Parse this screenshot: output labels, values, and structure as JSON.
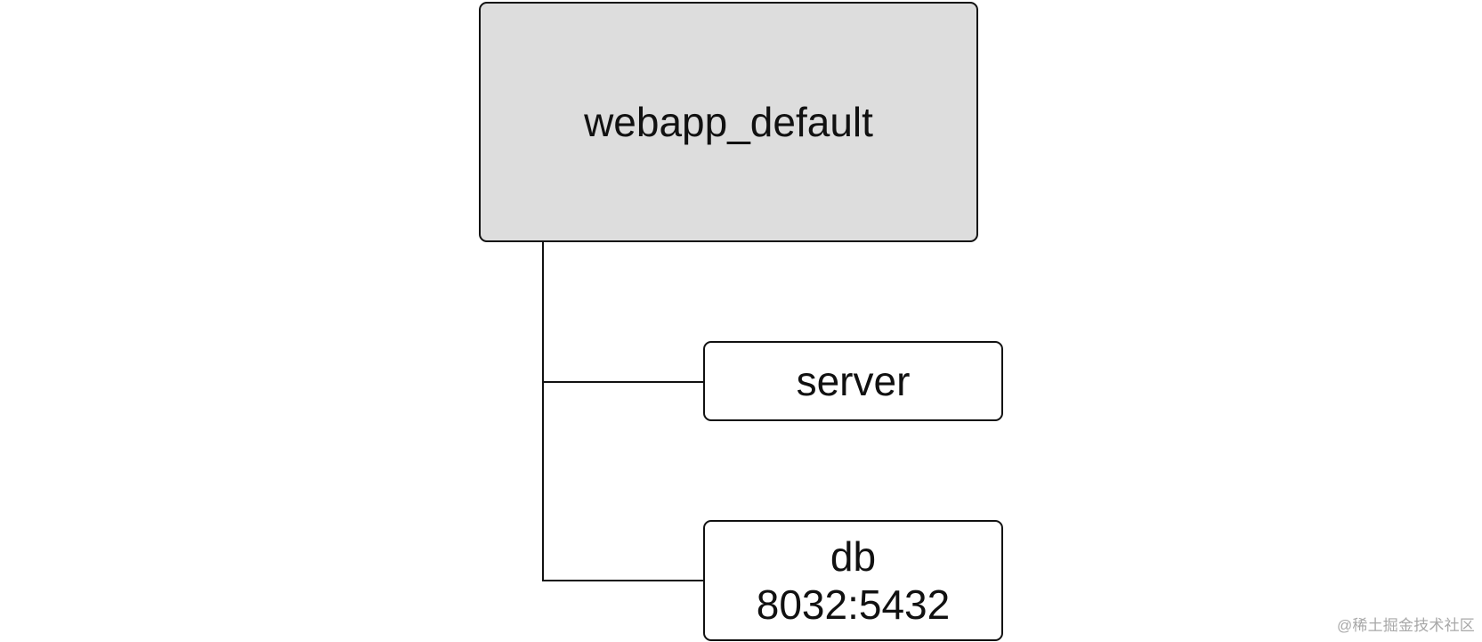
{
  "diagram": {
    "network": {
      "label": "webapp_default"
    },
    "services": [
      {
        "name": "server"
      },
      {
        "name": "db",
        "ports": "8032:5432"
      }
    ]
  },
  "watermark": {
    "text": "@稀土掘金技术社区"
  },
  "colors": {
    "network_fill": "#dddddd",
    "service_fill": "#ffffff",
    "line": "#111111",
    "watermark": "#a8a8a8"
  }
}
